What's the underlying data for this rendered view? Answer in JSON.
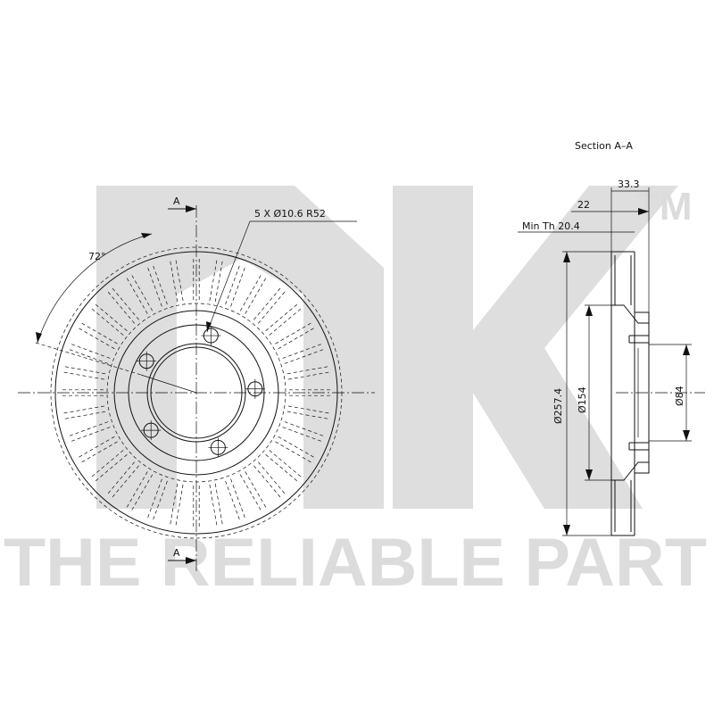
{
  "watermark": {
    "logo_text": "NK",
    "trademark": "TM",
    "tagline": "THE RELIABLE PART"
  },
  "front_view": {
    "section_marker_top": "A",
    "section_marker_bottom": "A",
    "angle_label": "72°",
    "holes_label": "5  X  Ø10.6  R52",
    "vent_slots": 36,
    "bolt_holes": 5
  },
  "section_view": {
    "title": "Section  A–A",
    "dim_total_width": "33.3",
    "dim_offset": "22",
    "min_thickness_label": "Min  Th  20.4",
    "dim_outer_diameter": "Ø257.4",
    "dim_mid_diameter": "Ø154",
    "dim_center_bore": "Ø84"
  },
  "colors": {
    "line": "#111111",
    "watermark": "#dcdcdc",
    "background": "#ffffff"
  }
}
